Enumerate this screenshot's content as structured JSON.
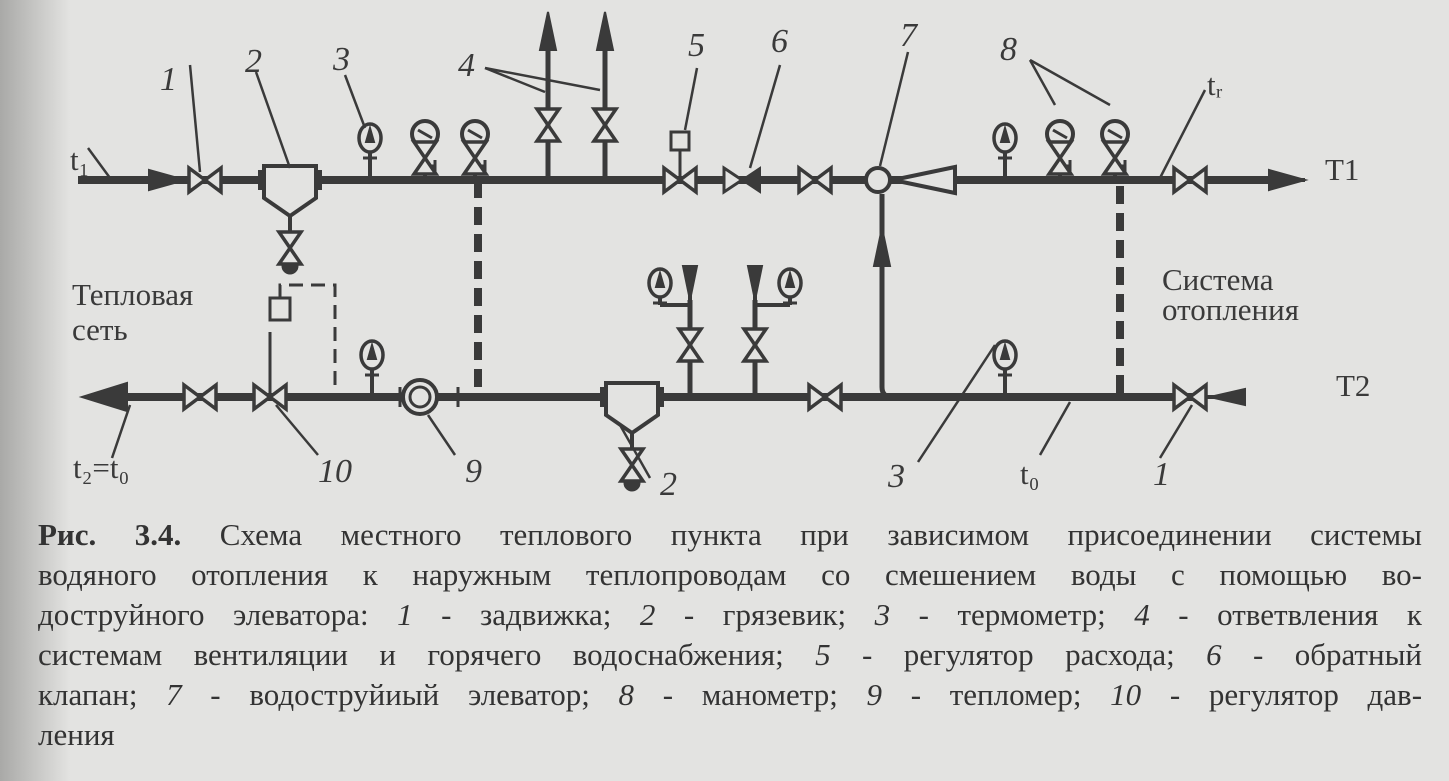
{
  "diagram": {
    "labels": {
      "t1": "t₁",
      "tr": "tᵣ",
      "T1": "T1",
      "T2": "T2",
      "t0": "t₀",
      "t2_t0": "t₂=t₀",
      "n1a": "1",
      "n2a": "2",
      "n3a": "3",
      "n4": "4",
      "n5": "5",
      "n6": "6",
      "n7": "7",
      "n8": "8",
      "n10": "10",
      "n9": "9",
      "n2b": "2",
      "n3b": "3",
      "n1b": "1",
      "heat_network_1": "Тепловая",
      "heat_network_2": "сеть",
      "heating_system_1": "Система",
      "heating_system_2": "отопления"
    },
    "ink_color": "#3a3a3a"
  },
  "caption": {
    "lines": [
      [
        {
          "t": "Рис. 3.4.",
          "s": "b"
        },
        {
          "t": " Схема местного теплового пункта при зависимом присоединении системы"
        }
      ],
      [
        {
          "t": "водяного отопления к наружным теплопроводам со смешением воды с помощью во-"
        }
      ],
      [
        {
          "t": "доструйного элеватора:  "
        },
        {
          "t": "1",
          "s": "i"
        },
        {
          "t": " - задвижка; "
        },
        {
          "t": "2",
          "s": "i"
        },
        {
          "t": " - грязевик; "
        },
        {
          "t": "3",
          "s": "i"
        },
        {
          "t": " - термометр; "
        },
        {
          "t": "4",
          "s": "i"
        },
        {
          "t": " - ответвления к"
        }
      ],
      [
        {
          "t": "системам вентиляции и горячего водоснабжения; "
        },
        {
          "t": "5",
          "s": "i"
        },
        {
          "t": " - регулятор расхода; "
        },
        {
          "t": "6",
          "s": "i"
        },
        {
          "t": " - обратный"
        }
      ],
      [
        {
          "t": "клапан; "
        },
        {
          "t": "7",
          "s": "i"
        },
        {
          "t": " - водоструйиый элеватор; "
        },
        {
          "t": "8",
          "s": "i"
        },
        {
          "t": " - манометр; "
        },
        {
          "t": "9",
          "s": "i"
        },
        {
          "t": " - тепломер; "
        },
        {
          "t": "10",
          "s": "i"
        },
        {
          "t": " - регулятор дав-"
        }
      ],
      [
        {
          "t": "ления"
        }
      ]
    ]
  }
}
